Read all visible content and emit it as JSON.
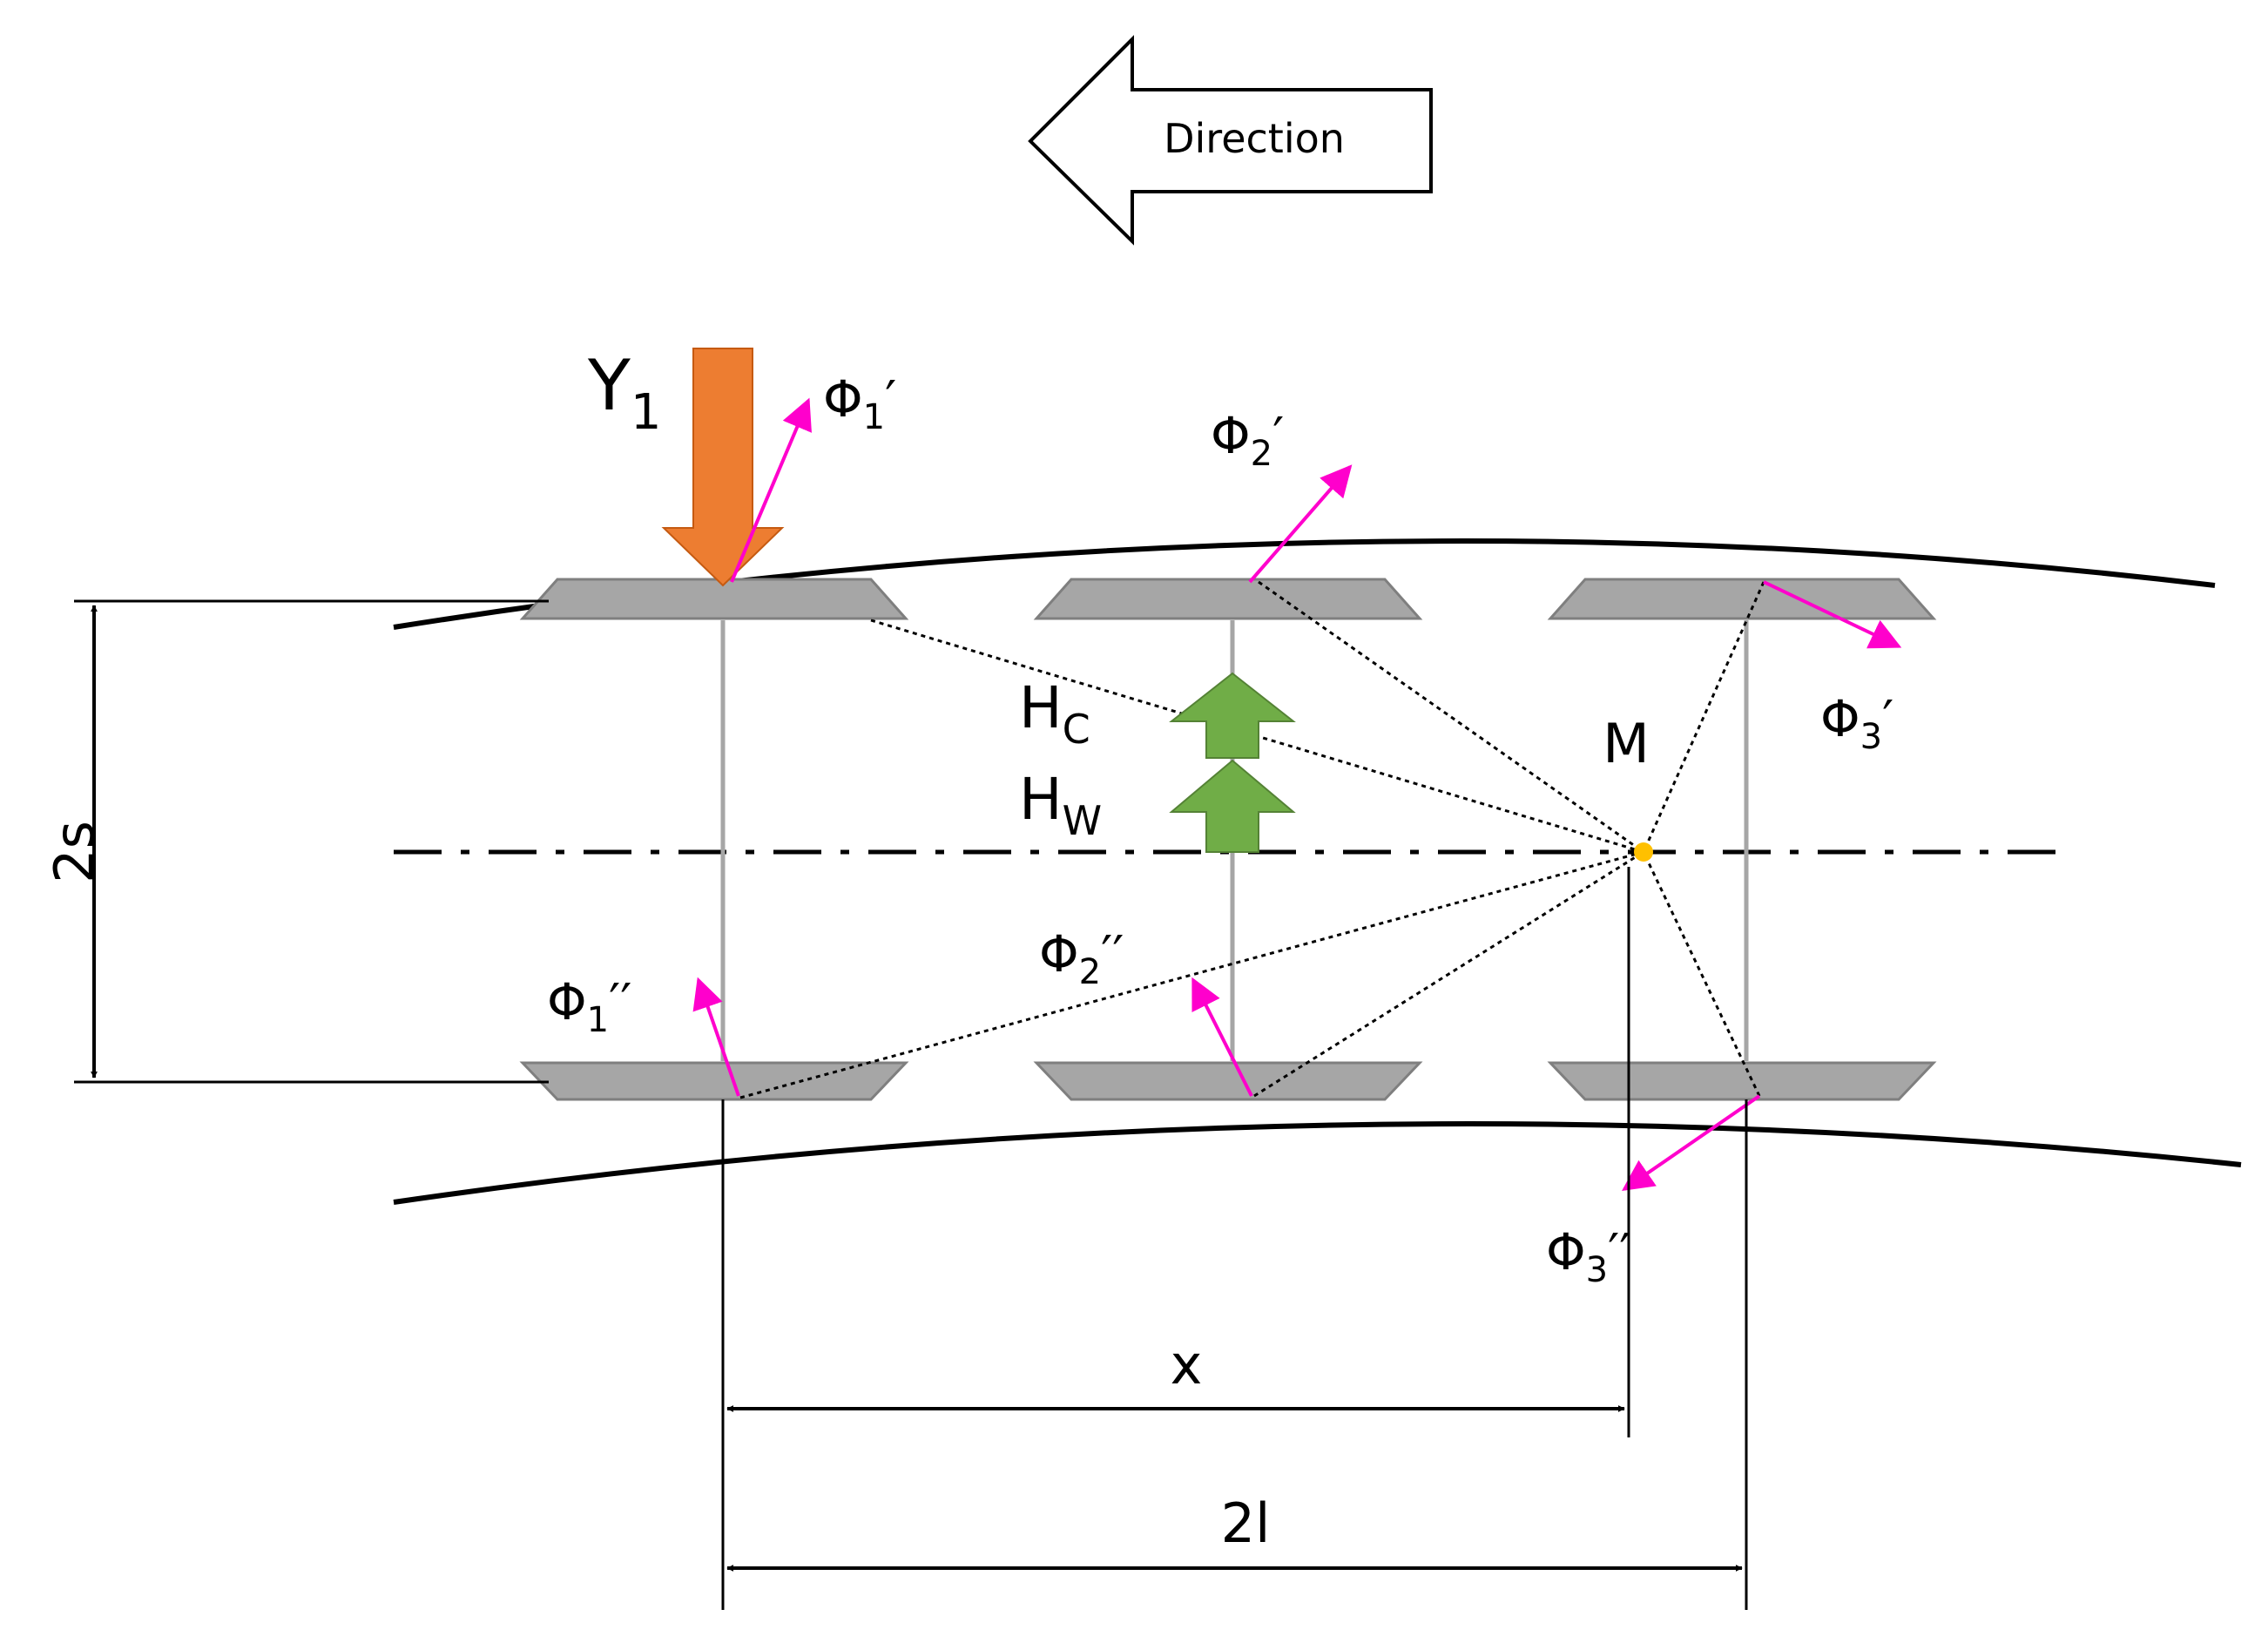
{
  "direction_label": "Direction",
  "dimension_labels": {
    "track_gauge": "2s",
    "distance_x": "x",
    "wheelbase": "2l"
  },
  "point_label": "M",
  "force_labels": {
    "y1": {
      "main": "Y",
      "sub": "1"
    },
    "hc": {
      "main": "H",
      "sub": "C"
    },
    "hw": {
      "main": "H",
      "sub": "W"
    }
  },
  "angle_labels": {
    "phi1_outer": {
      "main": "Φ",
      "sub": "1",
      "primes": "′"
    },
    "phi2_outer": {
      "main": "Φ",
      "sub": "2",
      "primes": "′"
    },
    "phi3_outer": {
      "main": "Φ",
      "sub": "3",
      "primes": "′"
    },
    "phi1_inner": {
      "main": "Φ",
      "sub": "1",
      "primes": "′′"
    },
    "phi2_inner": {
      "main": "Φ",
      "sub": "2",
      "primes": "′′"
    },
    "phi3_inner": {
      "main": "Φ",
      "sub": "3",
      "primes": "′′"
    }
  },
  "colors": {
    "rail": "#000000",
    "wheel": "#a6a6a6",
    "wheel_stroke": "#7f7f7f",
    "axle": "#a6a6a6",
    "lateral_force": "#ed7d31",
    "guide_force": "#70ad47",
    "angle_arrow": "#ff00cc",
    "pivot_point": "#ffc000"
  }
}
